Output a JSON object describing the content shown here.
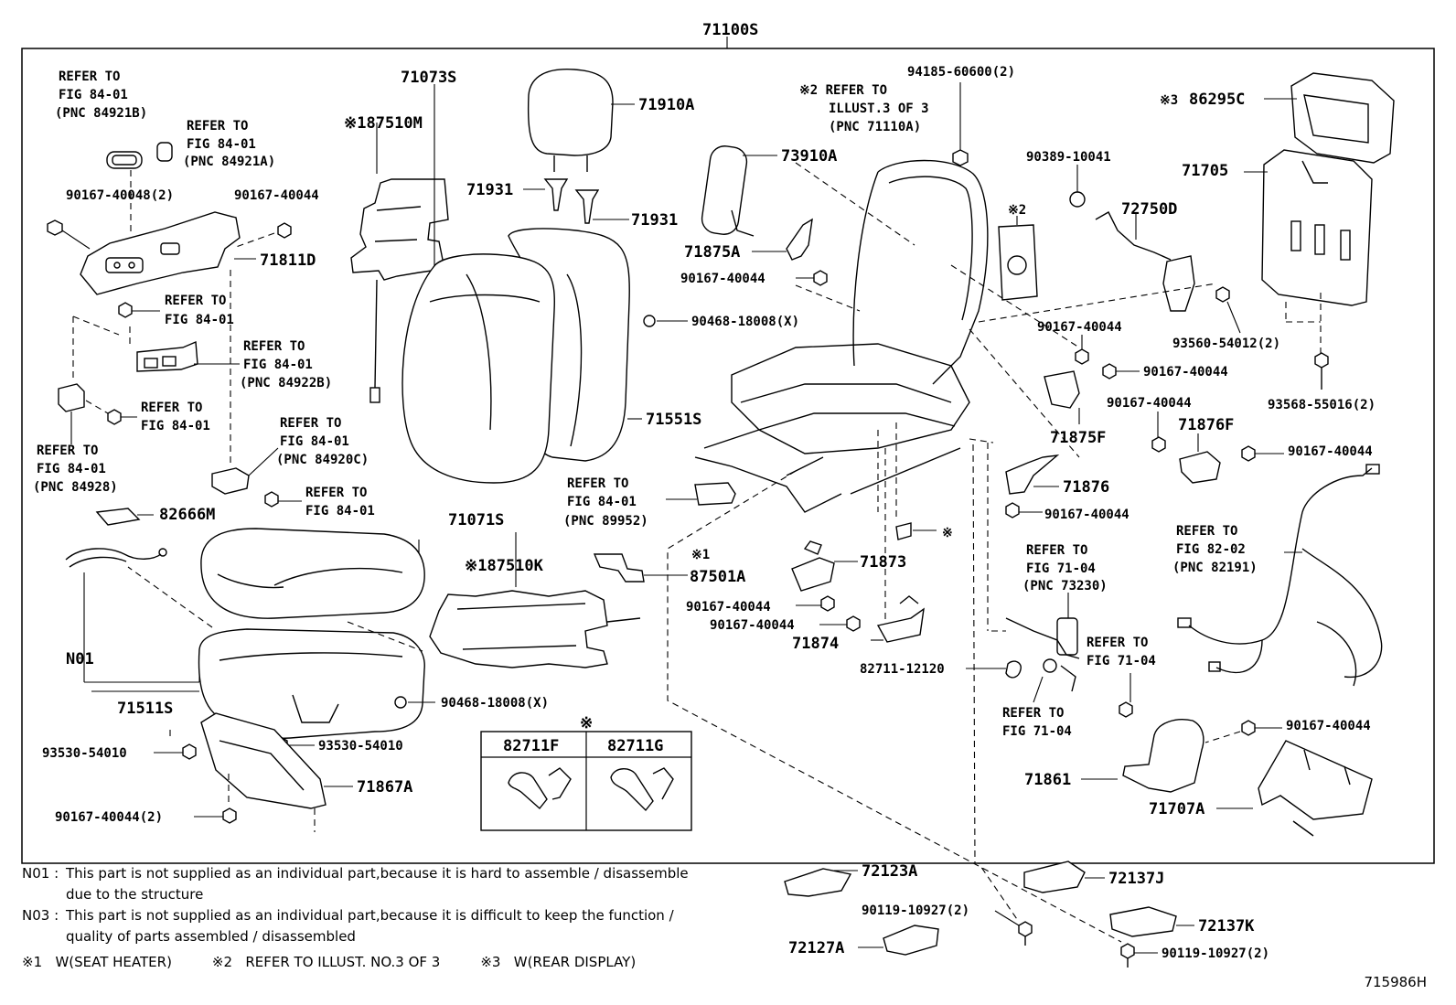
{
  "assembly": "71100S",
  "drawing_code": "715986H",
  "callouts": [
    "REFER TO",
    "FIG 84-01",
    "(PNC 84921B)",
    "REFER TO",
    "FIG 84-01",
    "(PNC 84921A)",
    "71073S",
    "※187510M",
    "71910A",
    "71931",
    "71931",
    "90167-40048(2)",
    "90167-40044",
    "71811D",
    "REFER TO",
    "FIG 84-01",
    "REFER TO",
    "FIG 84-01",
    "(PNC 84922B)",
    "REFER TO",
    "FIG 84-01",
    "REFER TO",
    "FIG 84-01",
    "(PNC 84928)",
    "REFER TO",
    "FIG 84-01",
    "(PNC 84920C)",
    "REFER TO",
    "FIG 84-01",
    "82666M",
    "71551S",
    "※2 REFER TO",
    "ILLUST.3 OF 3",
    "(PNC 71110A)",
    "94185-60600(2)",
    "73910A",
    "71875A",
    "90167-40044",
    "90468-18008(X)",
    "※2",
    "90389-10041",
    "72750D",
    "※3",
    "86295C",
    "71705",
    "90167-40044",
    "90167-40044",
    "93560-54012(2)",
    "90167-40044",
    "71876F",
    "93568-55016(2)",
    "71875F",
    "90167-40044",
    "71876",
    "90167-40044",
    "REFER TO",
    "FIG 84-01",
    "(PNC 89952)",
    "71071S",
    "※187510K",
    "※1",
    "87501A",
    "※",
    "71873",
    "90167-40044",
    "90167-40044",
    "71874",
    "REFER TO",
    "FIG 71-04",
    "(PNC 73230)",
    "REFER TO",
    "FIG 82-02",
    "(PNC 82191)",
    "REFER TO",
    "FIG 71-04",
    "82711-12120",
    "REFER TO",
    "FIG 71-04",
    "N01",
    "71511S",
    "90468-18008(X)",
    "93530-54010",
    "93530-54010",
    "71867A",
    "90167-40044(2)",
    "90167-40044",
    "71861",
    "71707A"
  ],
  "clip_table": {
    "mark": "※",
    "headers": [
      "82711F",
      "82711G"
    ]
  },
  "loose_parts": {
    "p72123A": "72123A",
    "p72137J": "72137J",
    "p90119a": "90119-10927(2)",
    "p72137K": "72137K",
    "p72127A": "72127A",
    "p90119b": "90119-10927(2)"
  },
  "notes": [
    {
      "key": "N01 :",
      "text": "This part is not supplied as an individual part,because it is hard to assemble / disassemble",
      "cont": "due to the structure"
    },
    {
      "key": "N03 :",
      "text": "This part is not supplied as an individual part,because it is difficult to keep the function /",
      "cont": "quality of parts assembled / disassembled"
    }
  ],
  "legend": [
    {
      "mark": "※1",
      "text": "W(SEAT  HEATER)"
    },
    {
      "mark": "※2",
      "text": "REFER TO ILLUST. NO.3 OF 3"
    },
    {
      "mark": "※3",
      "text": "W(REAR DISPLAY)"
    }
  ]
}
